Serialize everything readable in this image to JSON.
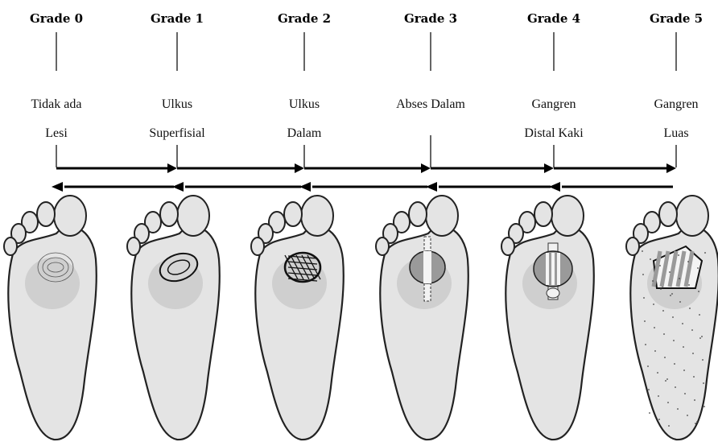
{
  "grades": [
    {
      "title": "Grade 0",
      "label_line1": "Tidak ada",
      "label_line2": "Lesi",
      "lesion": "none"
    },
    {
      "title": "Grade 1",
      "label_line1": "Ulkus",
      "label_line2": "Superfisial",
      "lesion": "superficial-ulcer"
    },
    {
      "title": "Grade 2",
      "label_line1": "Ulkus",
      "label_line2": "Dalam",
      "lesion": "deep-ulcer"
    },
    {
      "title": "Grade 3",
      "label_line1": "Abses Dalam",
      "label_line2": "",
      "lesion": "deep-abscess"
    },
    {
      "title": "Grade 4",
      "label_line1": "Gangren",
      "label_line2": "Distal Kaki",
      "lesion": "distal-gangrene"
    },
    {
      "title": "Grade 5",
      "label_line1": "Gangren",
      "label_line2": "Luas",
      "lesion": "extensive-gangrene"
    }
  ],
  "colors": {
    "ink": "#000000",
    "skin": "#e4e4e4",
    "lesion_gray": "#9a9a9a",
    "stripe": "#f4f4f4"
  }
}
